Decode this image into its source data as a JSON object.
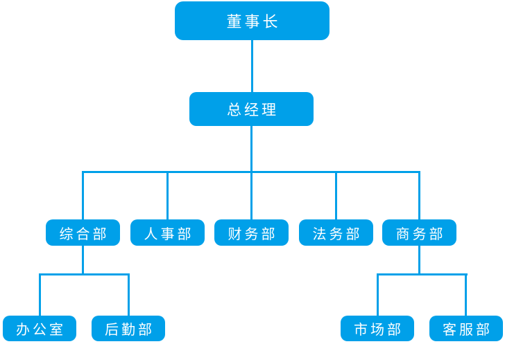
{
  "palette": {
    "accent": "#00A0E9",
    "node_text": "#FFFFFF",
    "connector": "#00A0E9",
    "background": "#FFFFFF"
  },
  "org_chart": {
    "type": "tree",
    "nodes": {
      "chairman": {
        "label": "董事长",
        "level": 1
      },
      "general_manager": {
        "label": "总经理",
        "level": 2
      },
      "general_affairs": {
        "label": "综合部",
        "level": 3
      },
      "hr": {
        "label": "人事部",
        "level": 3
      },
      "finance": {
        "label": "财务部",
        "level": 3
      },
      "legal": {
        "label": "法务部",
        "level": 3
      },
      "business": {
        "label": "商务部",
        "level": 3
      },
      "office": {
        "label": "办公室",
        "level": 4
      },
      "logistics": {
        "label": "后勤部",
        "level": 4
      },
      "marketing": {
        "label": "市场部",
        "level": 4
      },
      "customer_service": {
        "label": "客服部",
        "level": 4
      }
    },
    "hierarchy": {
      "chairman": [
        "general_manager"
      ],
      "general_manager": [
        "general_affairs",
        "hr",
        "finance",
        "legal",
        "business"
      ],
      "general_affairs": [
        "office",
        "logistics"
      ],
      "business": [
        "marketing",
        "customer_service"
      ]
    }
  }
}
